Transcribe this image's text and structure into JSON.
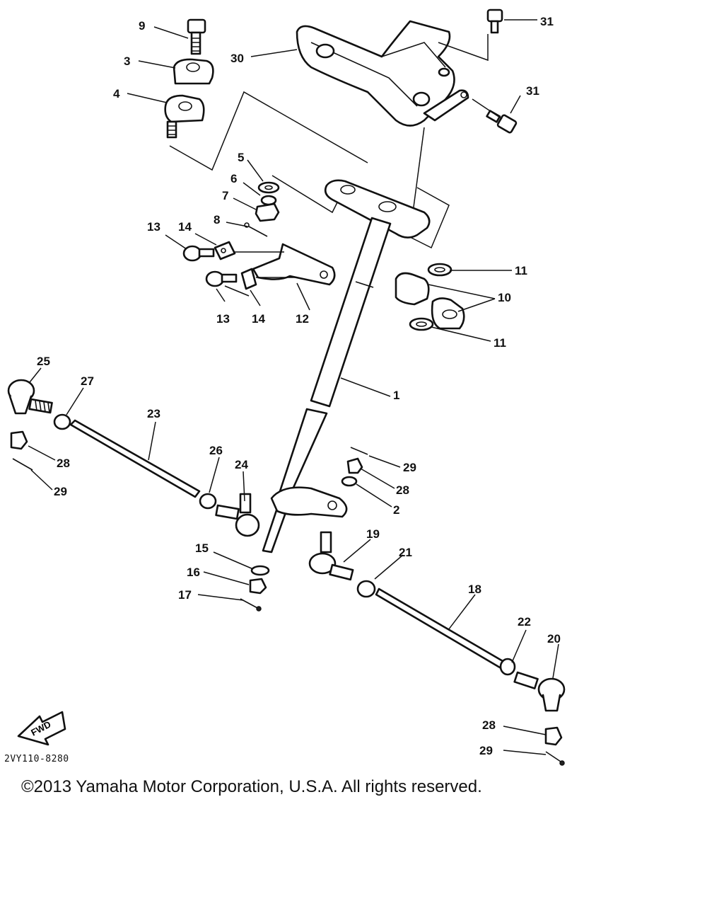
{
  "callouts": {
    "c1": "1",
    "c2": "2",
    "c3": "3",
    "c4": "4",
    "c5": "5",
    "c6": "6",
    "c7": "7",
    "c8": "8",
    "c9": "9",
    "c10": "10",
    "c11a": "11",
    "c11b": "11",
    "c12": "12",
    "c13a": "13",
    "c13b": "13",
    "c14a": "14",
    "c14b": "14",
    "c15": "15",
    "c16": "16",
    "c17": "17",
    "c18": "18",
    "c19": "19",
    "c20": "20",
    "c21": "21",
    "c22": "22",
    "c23": "23",
    "c24": "24",
    "c25": "25",
    "c26": "26",
    "c27": "27",
    "c28a": "28",
    "c28b": "28",
    "c28c": "28",
    "c29a": "29",
    "c29b": "29",
    "c29c": "29",
    "c30": "30",
    "c31a": "31",
    "c31b": "31"
  },
  "fwd_arrow_label": "FWD",
  "drawing_code": "2VY110-8280",
  "copyright": "©2013 Yamaha Motor Corporation, U.S.A. All rights reserved."
}
